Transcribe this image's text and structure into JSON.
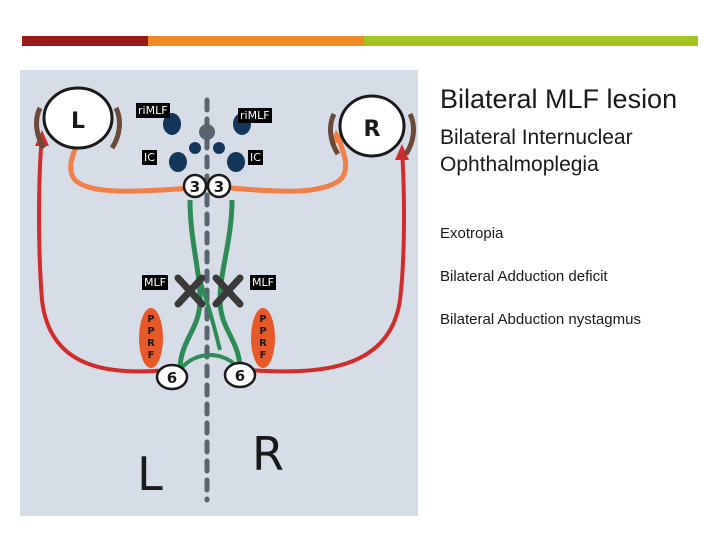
{
  "slide": {
    "title": "Bilateral MLF lesion",
    "subtitle_line1": "Bilateral Internuclear",
    "subtitle_line2": "Ophthalmoplegia",
    "bullets": [
      "Exotropia",
      "Bilateral Adduction deficit",
      "Bilateral Abduction nystagmus"
    ]
  },
  "diagram": {
    "left_eye_label": "L",
    "right_eye_label": "R",
    "rimlf_left": "riMLF",
    "rimlf_right": "riMLF",
    "ic_left": "IC",
    "ic_right": "IC",
    "cn3_left": "3",
    "cn3_right": "3",
    "mlf_left": "MLF",
    "mlf_right": "MLF",
    "pprf_letters": [
      "P",
      "P",
      "R",
      "F"
    ],
    "cn6_left": "6",
    "cn6_right": "6",
    "bottom_left": "L",
    "bottom_right": "R"
  },
  "colors": {
    "bar_red": "#9b1b1b",
    "bar_orange": "#f08a24",
    "bar_green": "#a3c31f",
    "pathway_green": "#2e8b57",
    "pathway_orange": "#f07f4a",
    "pathway_red": "#d12c2c",
    "nucleus_blue": "#14365a",
    "pprf_orange": "#e8592a"
  }
}
